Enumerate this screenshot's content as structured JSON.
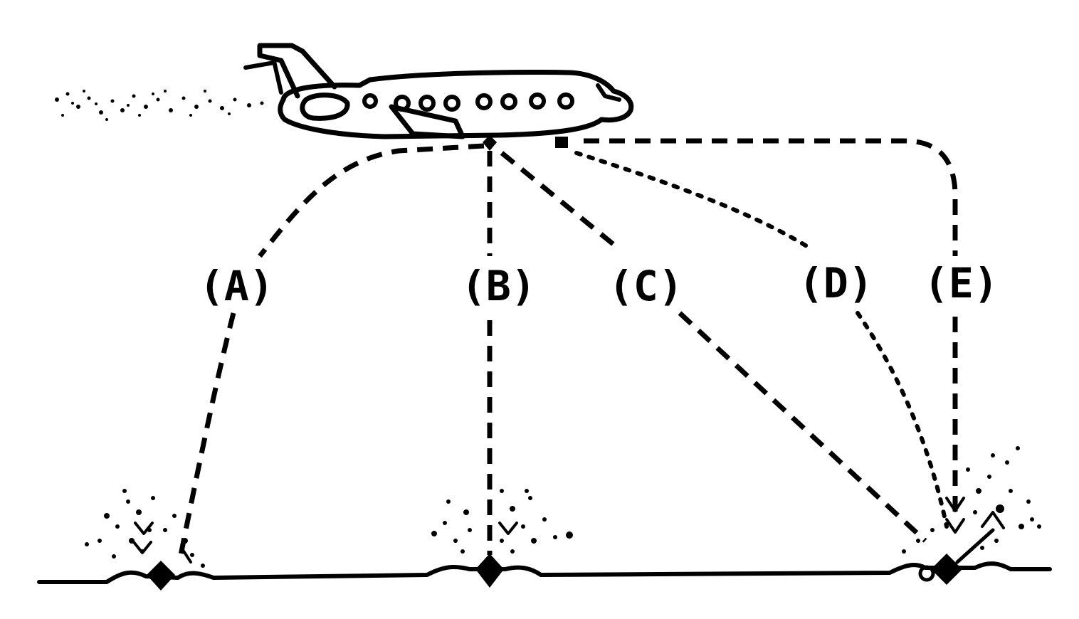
{
  "diagram": {
    "paths": [
      {
        "id": "A",
        "label": "(A)",
        "style": "dashed-curved-left"
      },
      {
        "id": "B",
        "label": "(B)",
        "style": "dashed-vertical"
      },
      {
        "id": "C",
        "label": "(C)",
        "style": "dashed-diagonal"
      },
      {
        "id": "D",
        "label": "(D)",
        "style": "dotted-curved"
      },
      {
        "id": "E",
        "label": "(E)",
        "style": "dashed-right-angle"
      }
    ],
    "ink_color": "#000000",
    "background_color": "#ffffff"
  }
}
